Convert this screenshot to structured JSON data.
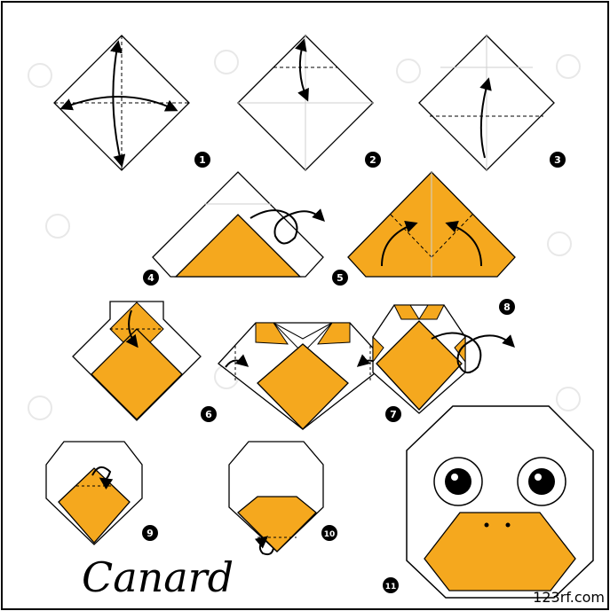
{
  "title": "Canard",
  "credit": "123rf.com",
  "watermark": "123RF",
  "colors": {
    "paper": "#ffffff",
    "fold_color": "#f5a81e",
    "line": "#000000",
    "crease": "#cfcfcf"
  },
  "steps": [
    {
      "number": "1"
    },
    {
      "number": "2"
    },
    {
      "number": "3"
    },
    {
      "number": "4"
    },
    {
      "number": "5"
    },
    {
      "number": "6"
    },
    {
      "number": "7"
    },
    {
      "number": "8"
    },
    {
      "number": "9"
    },
    {
      "number": "10"
    },
    {
      "number": "11"
    }
  ]
}
